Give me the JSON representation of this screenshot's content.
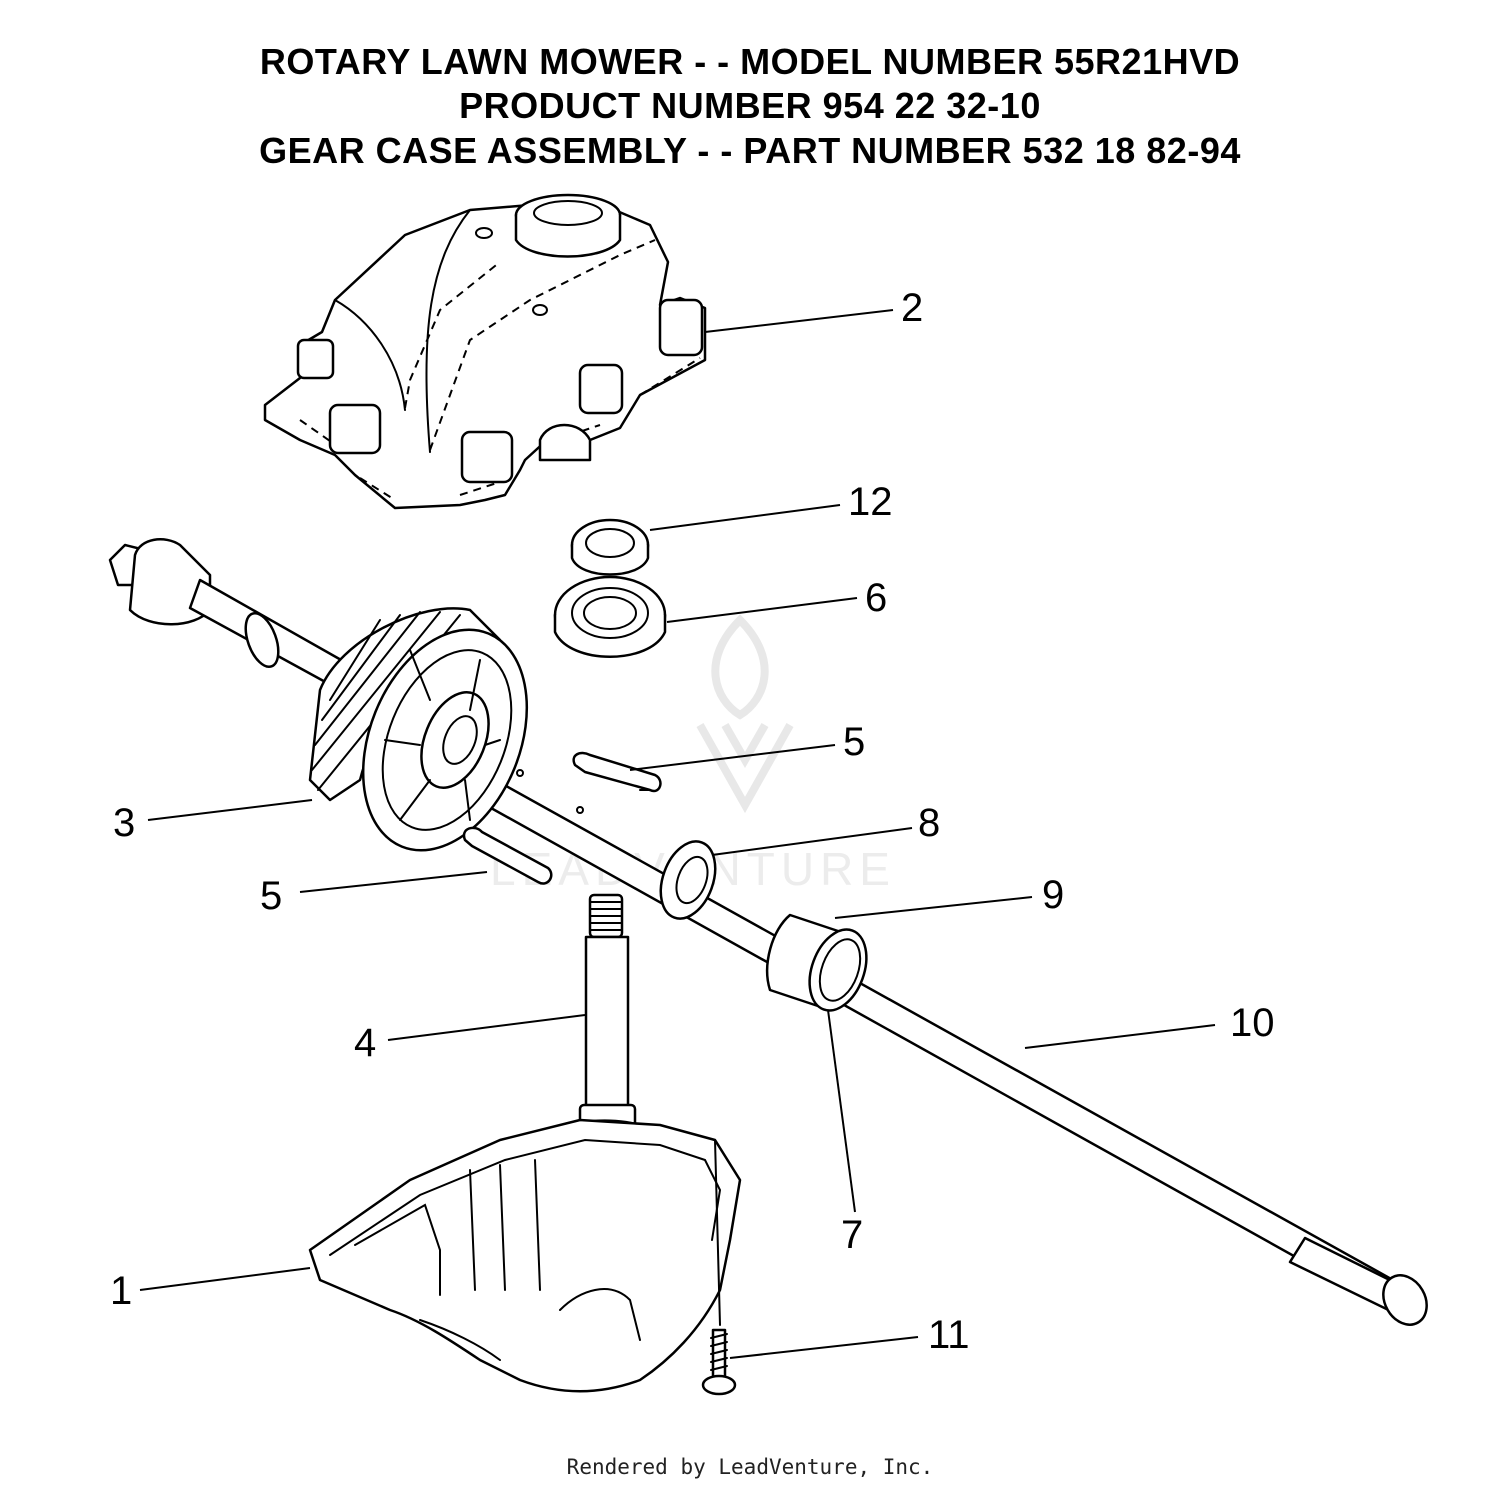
{
  "header": {
    "line1": "ROTARY LAWN MOWER - - MODEL NUMBER 55R21HVD",
    "line2": "PRODUCT NUMBER 954 22 32-10",
    "line3": "GEAR CASE ASSEMBLY - - PART NUMBER 532 18 82-94"
  },
  "callouts": {
    "c1": "1",
    "c2": "2",
    "c3": "3",
    "c4": "4",
    "c5a": "5",
    "c5b": "5",
    "c6": "6",
    "c7": "7",
    "c8": "8",
    "c9": "9",
    "c10": "10",
    "c11": "11",
    "c12": "12"
  },
  "watermark": {
    "text": "LEADVENTURE"
  },
  "footer": {
    "text": "Rendered by LeadVenture, Inc."
  }
}
